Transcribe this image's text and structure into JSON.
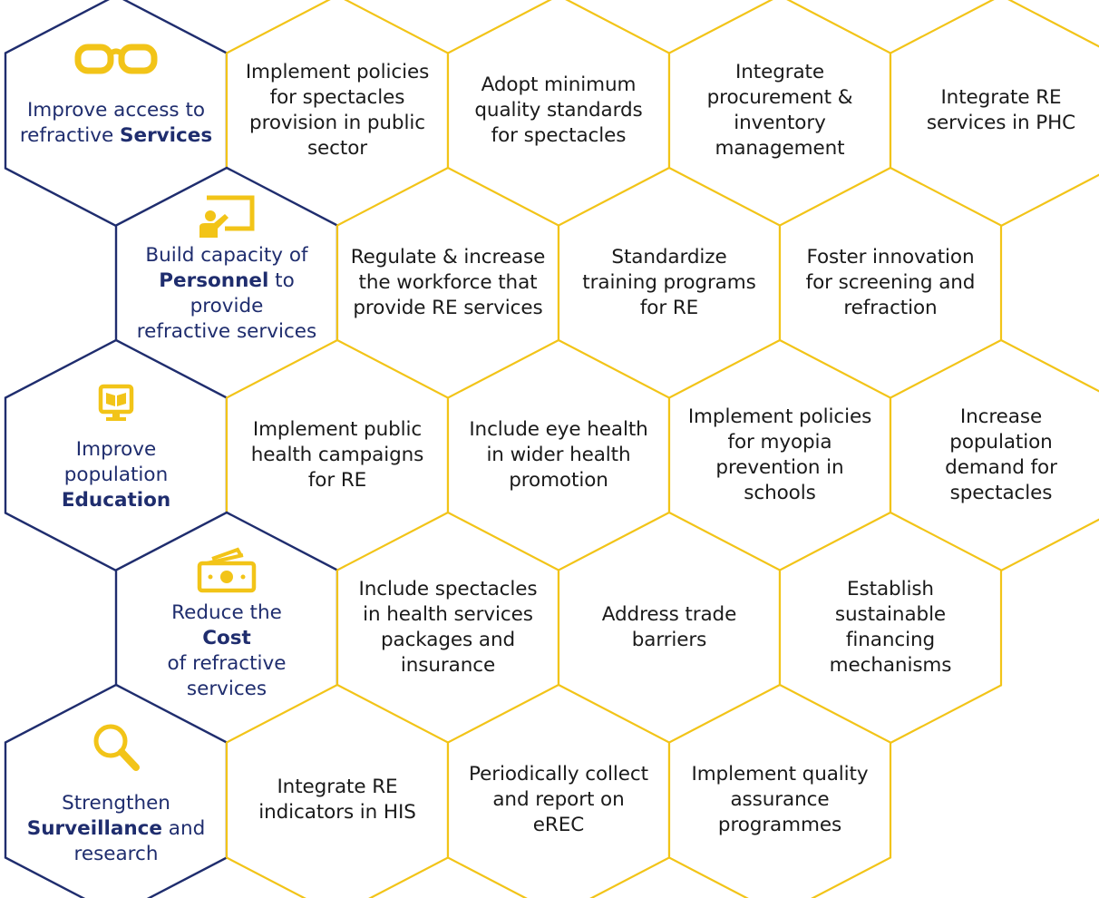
{
  "colors": {
    "hex_outline": "#f2c418",
    "cat_outline": "#1f2d6e",
    "icon_fill": "#f2c418",
    "cat_text": "#1f2d6e",
    "body_text": "#1a1a1a"
  },
  "categories": [
    {
      "icon": "glasses-icon",
      "lines": [
        {
          "pre": "Improve access to",
          "bold": "",
          "post": ""
        },
        {
          "pre": "refractive ",
          "bold": "Services",
          "post": ""
        }
      ]
    },
    {
      "icon": "teacher-board-icon",
      "lines": [
        {
          "pre": "Build capacity of",
          "bold": "",
          "post": ""
        },
        {
          "pre": "",
          "bold": "Personnel",
          "post": " to"
        },
        {
          "pre": "provide",
          "bold": "",
          "post": ""
        },
        {
          "pre": "refractive services",
          "bold": "",
          "post": ""
        }
      ]
    },
    {
      "icon": "monitor-book-icon",
      "lines": [
        {
          "pre": "Improve",
          "bold": "",
          "post": ""
        },
        {
          "pre": "population",
          "bold": "",
          "post": ""
        },
        {
          "pre": "",
          "bold": "Education",
          "post": ""
        }
      ]
    },
    {
      "icon": "money-bills-icon",
      "lines": [
        {
          "pre": "Reduce the",
          "bold": "",
          "post": ""
        },
        {
          "pre": "",
          "bold": "Cost",
          "post": ""
        },
        {
          "pre": "of refractive",
          "bold": "",
          "post": ""
        },
        {
          "pre": "services",
          "bold": "",
          "post": ""
        }
      ]
    },
    {
      "icon": "magnifier-icon",
      "lines": [
        {
          "pre": "Strengthen",
          "bold": "",
          "post": ""
        },
        {
          "pre": "",
          "bold": "Surveillance",
          "post": " and"
        },
        {
          "pre": "research",
          "bold": "",
          "post": ""
        }
      ]
    }
  ],
  "actions": [
    [
      "Implement policies\nfor spectacles\nprovision in public\nsector",
      "Adopt minimum\nquality standards\nfor spectacles",
      "Integrate\nprocurement &\ninventory\nmanagement",
      "Integrate RE\nservices in PHC"
    ],
    [
      "Regulate & increase\nthe workforce that\nprovide RE services",
      "Standardize\ntraining programs\nfor RE",
      "Foster innovation\nfor screening and\nrefraction"
    ],
    [
      "Implement public\nhealth campaigns\nfor RE",
      "Include eye health\nin wider health\npromotion",
      "Implement policies\nfor myopia\nprevention in\nschools",
      "Increase\npopulation\ndemand for\nspectacles"
    ],
    [
      "Include spectacles\nin health services\npackages and\ninsurance",
      "Address trade\nbarriers",
      "Establish\nsustainable\nfinancing\nmechanisms"
    ],
    [
      "Integrate RE\nindicators in HIS",
      "Periodically collect\nand report on\neREC",
      "Implement quality\nassurance\nprogrammes"
    ]
  ]
}
